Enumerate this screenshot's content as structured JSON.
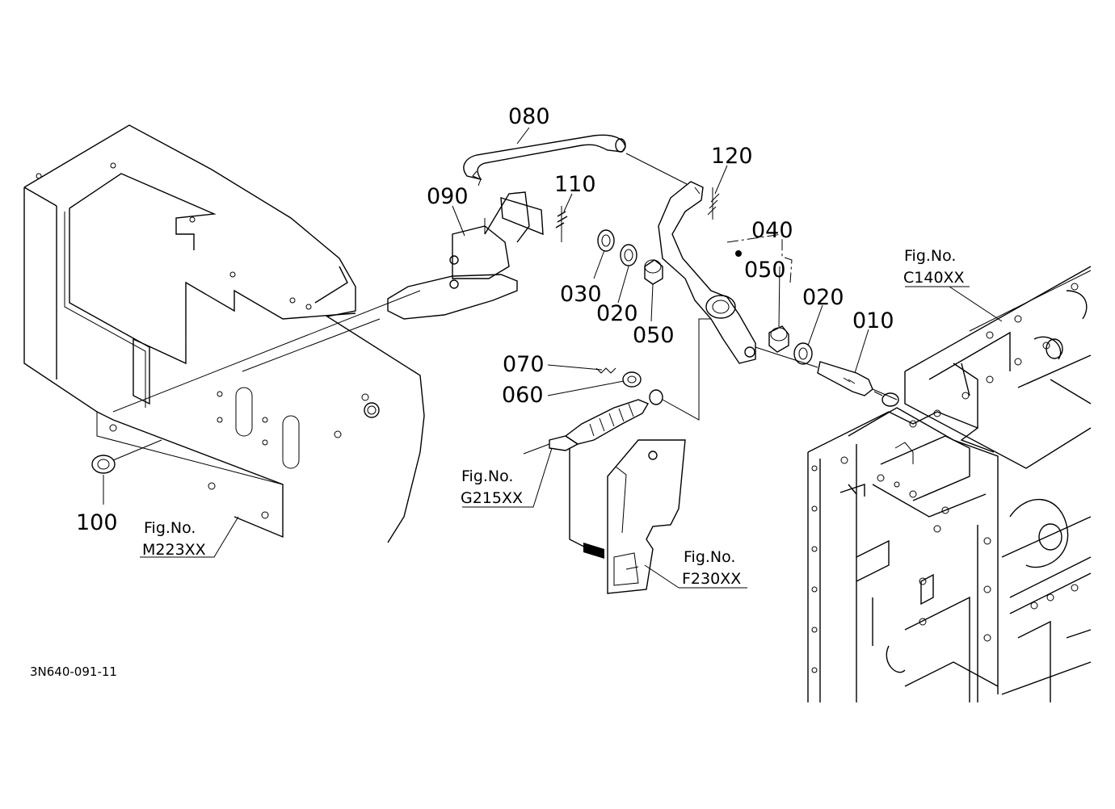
{
  "diagram": {
    "drawing_code": "3N640-091-11",
    "parts": [
      {
        "key": "p080",
        "label": "080"
      },
      {
        "key": "p120",
        "label": "120"
      },
      {
        "key": "p110",
        "label": "110"
      },
      {
        "key": "p090",
        "label": "090"
      },
      {
        "key": "p040",
        "label": "040"
      },
      {
        "key": "p030",
        "label": "030"
      },
      {
        "key": "p020a",
        "label": "020"
      },
      {
        "key": "p050a",
        "label": "050"
      },
      {
        "key": "p050b",
        "label": "050"
      },
      {
        "key": "p020b",
        "label": "020"
      },
      {
        "key": "p010",
        "label": "010"
      },
      {
        "key": "p070",
        "label": "070"
      },
      {
        "key": "p060",
        "label": "060"
      },
      {
        "key": "p100",
        "label": "100"
      }
    ],
    "figure_refs": [
      {
        "key": "c140",
        "label": "Fig.No.",
        "code": "C140XX"
      },
      {
        "key": "g215",
        "label": "Fig.No.",
        "code": "G215XX"
      },
      {
        "key": "m223",
        "label": "Fig.No.",
        "code": "M223XX"
      },
      {
        "key": "f230",
        "label": "Fig.No.",
        "code": "F230XX"
      }
    ]
  }
}
